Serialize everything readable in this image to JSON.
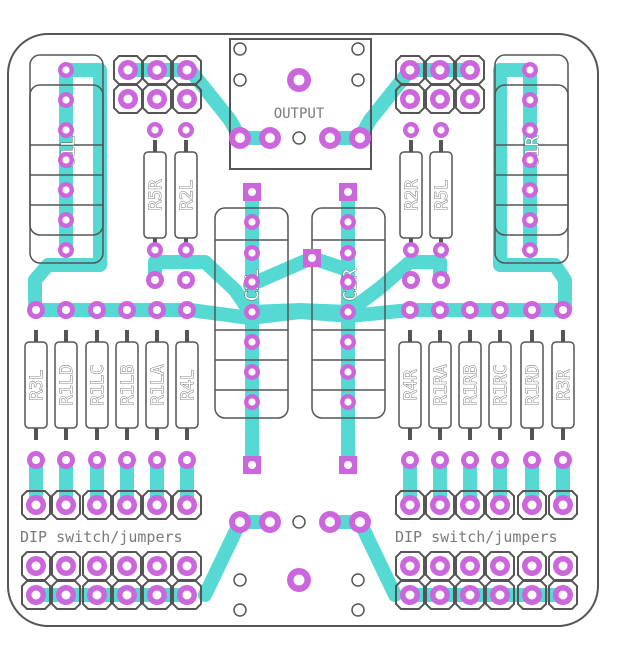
{
  "board": {
    "output_label": "OUTPUT",
    "dip_label_left": "DIP switch/jumpers",
    "dip_label_right": "DIP switch/jumpers"
  },
  "components": {
    "c1l": "C1L",
    "c1r": "C1R",
    "c2l": "C2L",
    "c2r": "C2R",
    "r5r": "R5R",
    "r2l": "R2L",
    "r2r": "R2R",
    "r5l": "R5L",
    "left_resistors": [
      "R3L",
      "R1LD",
      "R1LC",
      "R1LB",
      "R1LA",
      "R4L"
    ],
    "right_resistors": [
      "R4R",
      "R1RA",
      "R1RB",
      "R1RC",
      "R1RD",
      "R3R"
    ]
  },
  "colors": {
    "trace": "#55d9d2",
    "pad": "#cc66dd",
    "silkscreen": "#555555",
    "board_outline": "#555555"
  }
}
